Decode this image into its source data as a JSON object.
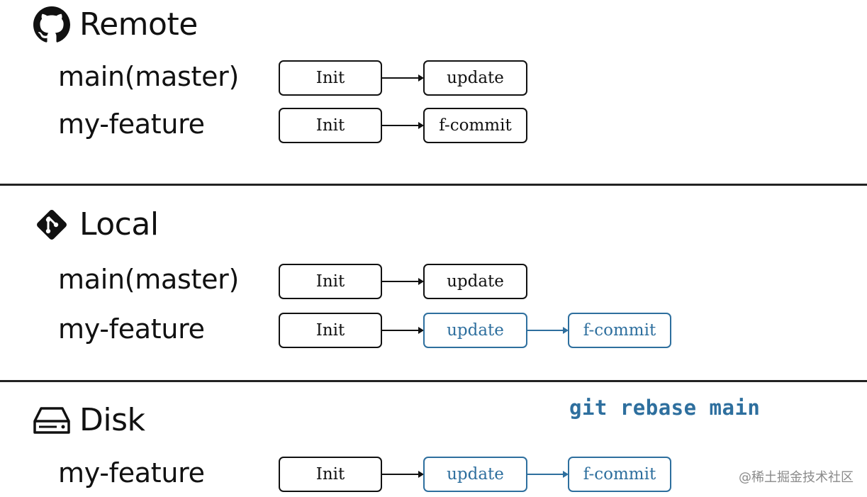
{
  "sections": {
    "remote": {
      "title": "Remote",
      "icon": "github-octocat-icon",
      "branches": [
        {
          "name": "main(master)",
          "commits": [
            "Init",
            "update"
          ]
        },
        {
          "name": "my-feature",
          "commits": [
            "Init",
            "f-commit"
          ]
        }
      ]
    },
    "local": {
      "title": "Local",
      "icon": "git-logo-icon",
      "branches": [
        {
          "name": "main(master)",
          "commits": [
            "Init",
            "update"
          ]
        },
        {
          "name": "my-feature",
          "commits": [
            "Init",
            "update",
            "f-commit"
          ]
        }
      ]
    },
    "disk": {
      "title": "Disk",
      "icon": "hard-disk-icon",
      "command": "git rebase main",
      "branches": [
        {
          "name": "my-feature",
          "commits": [
            "Init",
            "update",
            "f-commit"
          ]
        }
      ]
    }
  },
  "watermark": "@稀土掘金技术社区",
  "colors": {
    "default_stroke": "#111111",
    "rebased_commit": "#2e6f9e",
    "command_text": "#2e6f9e"
  }
}
